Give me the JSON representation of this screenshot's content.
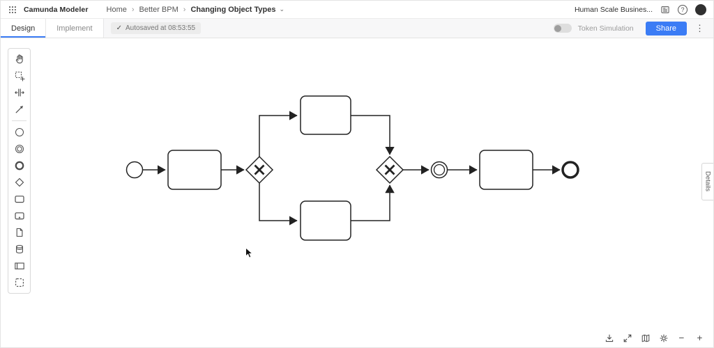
{
  "icons": {
    "chevron_right": "›",
    "caret_down": "⌄",
    "check": "✓",
    "kebab": "⋮",
    "question": "?",
    "minus": "−",
    "plus": "+"
  },
  "colors": {
    "accent_blue": "#3b7cf5"
  },
  "header": {
    "app_title": "Camunda Modeler",
    "breadcrumb": [
      "Home",
      "Better BPM",
      "Changing Object Types"
    ],
    "org_name": "Human Scale Busines..."
  },
  "tabbar": {
    "tabs": [
      {
        "label": "Design"
      },
      {
        "label": "Implement"
      }
    ],
    "autosave_text": "Autosaved at 08:53:55",
    "token_simulation_label": "Token Simulation",
    "share_label": "Share"
  },
  "palette_tools": [
    "hand-tool",
    "lasso-tool",
    "space-tool",
    "global-connect-tool",
    "create-start-event",
    "create-intermediate-event",
    "create-end-event",
    "create-exclusive-gateway",
    "create-task",
    "create-subprocess",
    "create-data-object",
    "create-data-store",
    "create-participant",
    "create-group"
  ],
  "canvas": {
    "details_label": "Details",
    "diagram": {
      "type": "bpmn-process",
      "elements": [
        {
          "id": "start",
          "type": "start-event"
        },
        {
          "id": "task-1",
          "type": "task"
        },
        {
          "id": "gateway-split",
          "type": "exclusive-gateway"
        },
        {
          "id": "task-upper",
          "type": "task"
        },
        {
          "id": "task-lower",
          "type": "task"
        },
        {
          "id": "gateway-join",
          "type": "exclusive-gateway"
        },
        {
          "id": "intermediate",
          "type": "intermediate-event"
        },
        {
          "id": "task-2",
          "type": "task"
        },
        {
          "id": "end",
          "type": "end-event"
        }
      ]
    }
  },
  "bottom_controls": [
    "export-image",
    "fit-to-viewport",
    "minimap",
    "reset-zoom",
    "zoom-out",
    "zoom-in"
  ]
}
